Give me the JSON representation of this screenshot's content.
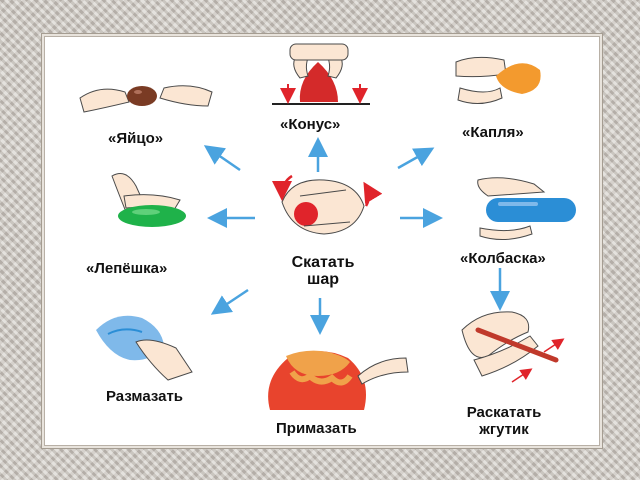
{
  "labels": {
    "konus": "«Конус»",
    "yaitso": "«Яйцо»",
    "kaplya": "«Капля»",
    "lepeshka": "«Лепёшка»",
    "skatat_line1": "Скатать",
    "skatat_line2": "шар",
    "kolbaska": "«Колбаска»",
    "razmazat": "Размазать",
    "primazat": "Примазать",
    "raskatat_line1": "Раскатать",
    "raskatat_line2": "жгутик"
  },
  "colors": {
    "frame": "#c9c3bb",
    "arrow": "#4aa3df",
    "red": "#e0242b",
    "egg": "#7a3b24",
    "drop": "#f39a2e",
    "green": "#1fb24a",
    "blue": "#2b8ed6",
    "lightblue": "#7fb9ea",
    "skin": "#fbe6d3",
    "skin_line": "#4a4a4a",
    "orange_pot": "#f0a24a",
    "stick": "#c0392b"
  },
  "icons": [
    "hand-icon",
    "clay-shape-icon",
    "arrow-icon"
  ]
}
